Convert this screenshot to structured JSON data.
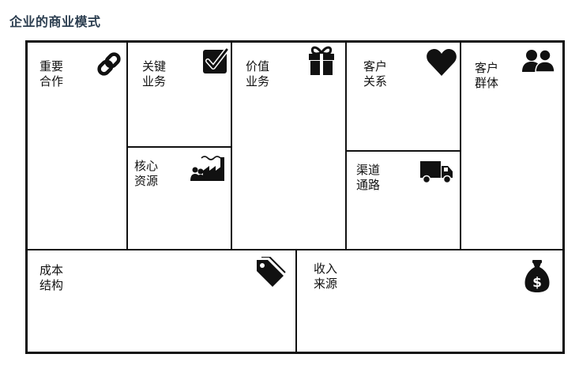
{
  "page": {
    "title": "企业的商业模式"
  },
  "canvas": {
    "border_color": "#111111",
    "cells": {
      "key_partners": {
        "label": "重要\n合作",
        "icon": "chain-link-icon"
      },
      "key_activities": {
        "label": "关键\n业务",
        "icon": "checkbox-check-icon"
      },
      "key_resources": {
        "label": "核心\n资源",
        "icon": "factory-people-icon"
      },
      "value_propositions": {
        "label": "价值\n业务",
        "icon": "gift-icon"
      },
      "customer_relationships": {
        "label": "客户\n关系",
        "icon": "heart-icon"
      },
      "channels": {
        "label": "渠道\n通路",
        "icon": "truck-icon"
      },
      "customer_segments": {
        "label": "客户\n群体",
        "icon": "people-icon"
      },
      "cost_structure": {
        "label": "成本\n结构",
        "icon": "price-tag-icon"
      },
      "revenue_streams": {
        "label": "收入\n来源",
        "icon": "money-bag-icon"
      }
    }
  }
}
